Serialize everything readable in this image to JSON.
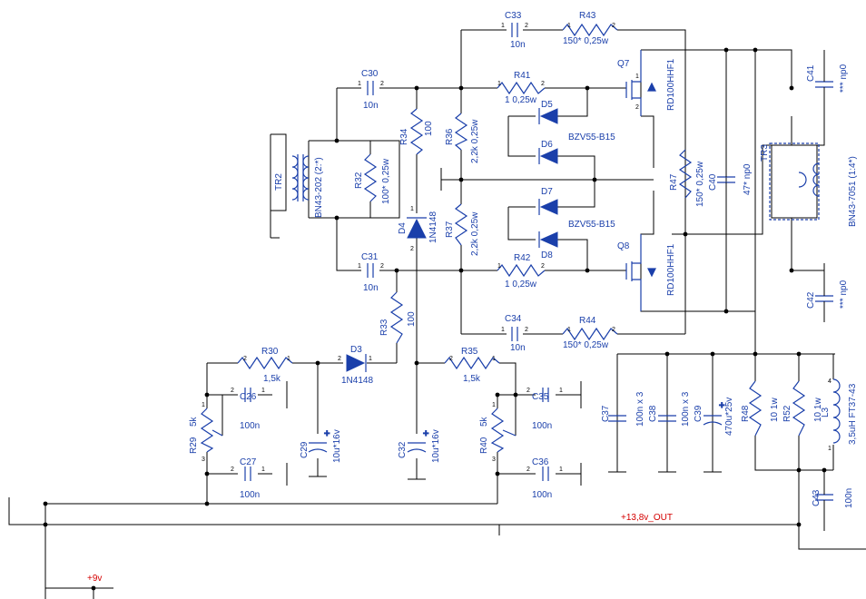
{
  "colors": {
    "wire": "#000000",
    "component": "#1a3faa",
    "net_label": "#d40000",
    "background": "#ffffff"
  },
  "components": {
    "C33": {
      "ref": "C33",
      "value": "10n"
    },
    "R43": {
      "ref": "R43",
      "value": "150* 0,25w"
    },
    "C30": {
      "ref": "C30",
      "value": "10n"
    },
    "R41": {
      "ref": "R41",
      "value": "1 0,25w"
    },
    "Q7": {
      "ref": "Q7",
      "value": "RD100HHF1"
    },
    "C41": {
      "ref": "C41",
      "value": "*** np0"
    },
    "R34": {
      "ref": "R34",
      "value": "100"
    },
    "R36": {
      "ref": "R36",
      "value": "2,2k 0,25w"
    },
    "D5": {
      "ref": "D5"
    },
    "D6": {
      "ref": "D6",
      "value": "BZV55-B15"
    },
    "TR2": {
      "ref": "TR2",
      "value": "BN43-202 (2:*)"
    },
    "R32": {
      "ref": "R32",
      "value": "100* 0,25w"
    },
    "R47": {
      "ref": "R47",
      "value": "150* 0,25w"
    },
    "C40": {
      "ref": "C40",
      "value": "47* np0"
    },
    "TR3": {
      "ref": "TR3",
      "value": "BN43-7051 (1:4*)"
    },
    "D7": {
      "ref": "D7"
    },
    "D8": {
      "ref": "D8",
      "value": "BZV55-B15"
    },
    "D4": {
      "ref": "D4",
      "value": "1N4148"
    },
    "R37": {
      "ref": "R37",
      "value": "2,2k 0,25w"
    },
    "Q8": {
      "ref": "Q8",
      "value": "RD100HHF1"
    },
    "C31": {
      "ref": "C31",
      "value": "10n"
    },
    "R42": {
      "ref": "R42",
      "value": "1 0,25w"
    },
    "C42": {
      "ref": "C42",
      "value": "*** np0"
    },
    "R33": {
      "ref": "R33",
      "value": "100"
    },
    "C34": {
      "ref": "C34",
      "value": "10n"
    },
    "R44": {
      "ref": "R44",
      "value": "150* 0,25w"
    },
    "R30": {
      "ref": "R30",
      "value": "1,5k"
    },
    "D3": {
      "ref": "D3",
      "value": "1N4148"
    },
    "R35": {
      "ref": "R35",
      "value": "1,5k"
    },
    "C26": {
      "ref": "C26",
      "value": "100n"
    },
    "C35": {
      "ref": "C35",
      "value": "100n"
    },
    "R29": {
      "ref": "R29",
      "value": "5k"
    },
    "R40": {
      "ref": "R40",
      "value": "5k"
    },
    "C29": {
      "ref": "C29",
      "value": "10u*16v"
    },
    "C32": {
      "ref": "C32",
      "value": "10u*16v"
    },
    "C27": {
      "ref": "C27",
      "value": "100n"
    },
    "C36": {
      "ref": "C36",
      "value": "100n"
    },
    "C37": {
      "ref": "C37",
      "value": "100n x 3"
    },
    "C38": {
      "ref": "C38",
      "value": "100n x 3"
    },
    "C39": {
      "ref": "C39",
      "value": "470u*25v"
    },
    "R48": {
      "ref": "R48",
      "value": "10 1w"
    },
    "R52": {
      "ref": "R52",
      "value": "10 1w"
    },
    "L3": {
      "ref": "L3",
      "value": "3,5uH FT37-43"
    },
    "C43": {
      "ref": "C43",
      "value": "100n"
    }
  },
  "nets": {
    "out13v8": "+13,8v_OUT",
    "plus9v": "+9v"
  }
}
